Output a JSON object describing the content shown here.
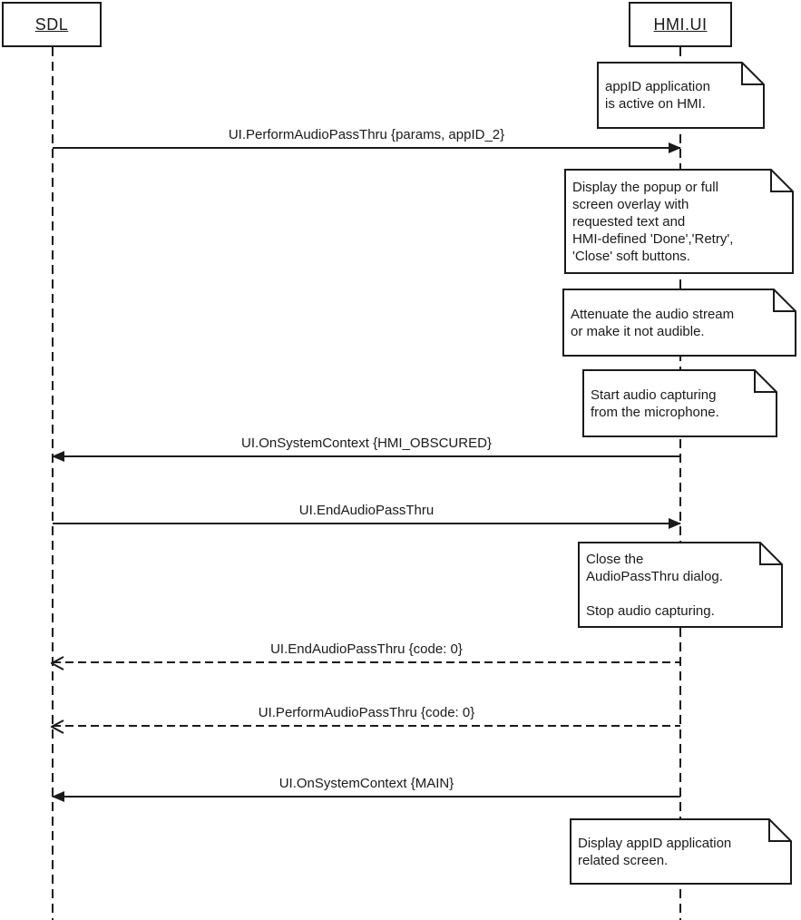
{
  "diagram": {
    "type": "uml-sequence-diagram",
    "background_color": "#ffffff",
    "line_color": "#1a1a1a",
    "note_fill_color": "#ffffff",
    "actors": [
      {
        "name": "SDL"
      },
      {
        "name": "HMI.UI"
      }
    ],
    "messages": [
      {
        "label": "UI.PerformAudioPassThru {params, appID_2}",
        "from": "SDL",
        "to": "HMI.UI",
        "line": "solid",
        "arrowhead": "filled"
      },
      {
        "label": "UI.OnSystemContext {HMI_OBSCURED}",
        "from": "HMI.UI",
        "to": "SDL",
        "line": "solid",
        "arrowhead": "filled"
      },
      {
        "label": "UI.EndAudioPassThru",
        "from": "SDL",
        "to": "HMI.UI",
        "line": "solid",
        "arrowhead": "filled"
      },
      {
        "label": "UI.EndAudioPassThru {code: 0}",
        "from": "HMI.UI",
        "to": "SDL",
        "line": "dashed",
        "arrowhead": "open"
      },
      {
        "label": "UI.PerformAudioPassThru {code: 0}",
        "from": "HMI.UI",
        "to": "SDL",
        "line": "dashed",
        "arrowhead": "open"
      },
      {
        "label": "UI.OnSystemContext {MAIN}",
        "from": "HMI.UI",
        "to": "SDL",
        "line": "solid",
        "arrowhead": "filled"
      }
    ],
    "notes": [
      {
        "attached_to": "HMI.UI",
        "text": "appID application\nis active on HMI."
      },
      {
        "attached_to": "HMI.UI",
        "text": "Display the popup or full\nscreen overlay with\nrequested text and\nHMI-defined 'Done','Retry',\n'Close' soft buttons."
      },
      {
        "attached_to": "HMI.UI",
        "text": "Attenuate the audio stream\nor make it not audible."
      },
      {
        "attached_to": "HMI.UI",
        "text": "Start audio capturing\nfrom the microphone."
      },
      {
        "attached_to": "HMI.UI",
        "text": "Close the\nAudioPassThru dialog.\n\nStop audio capturing."
      },
      {
        "attached_to": "HMI.UI",
        "text": "Display appID application\nrelated screen."
      }
    ]
  }
}
